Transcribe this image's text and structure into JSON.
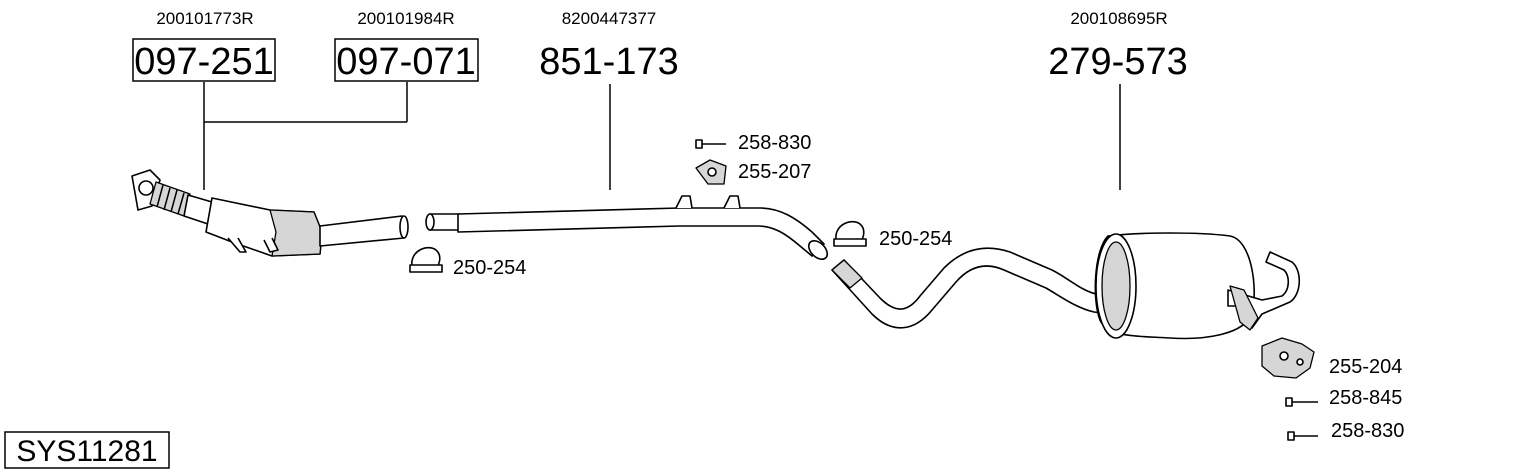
{
  "system": {
    "code": "SYS11281"
  },
  "parts": {
    "cat1": {
      "number": "097-251",
      "oe": "200101773R"
    },
    "cat2": {
      "number": "097-071",
      "oe": "200101984R"
    },
    "mid": {
      "number": "851-173",
      "oe": "8200447377"
    },
    "rear": {
      "number": "279-573",
      "oe": "200108695R"
    }
  },
  "small_parts": {
    "bolt_top": "258-830",
    "rubber_top": "255-207",
    "clamp_left": "250-254",
    "clamp_right": "250-254",
    "bracket_rear": "255-204",
    "bolt_rear_1": "258-845",
    "bolt_rear_2": "258-830"
  }
}
